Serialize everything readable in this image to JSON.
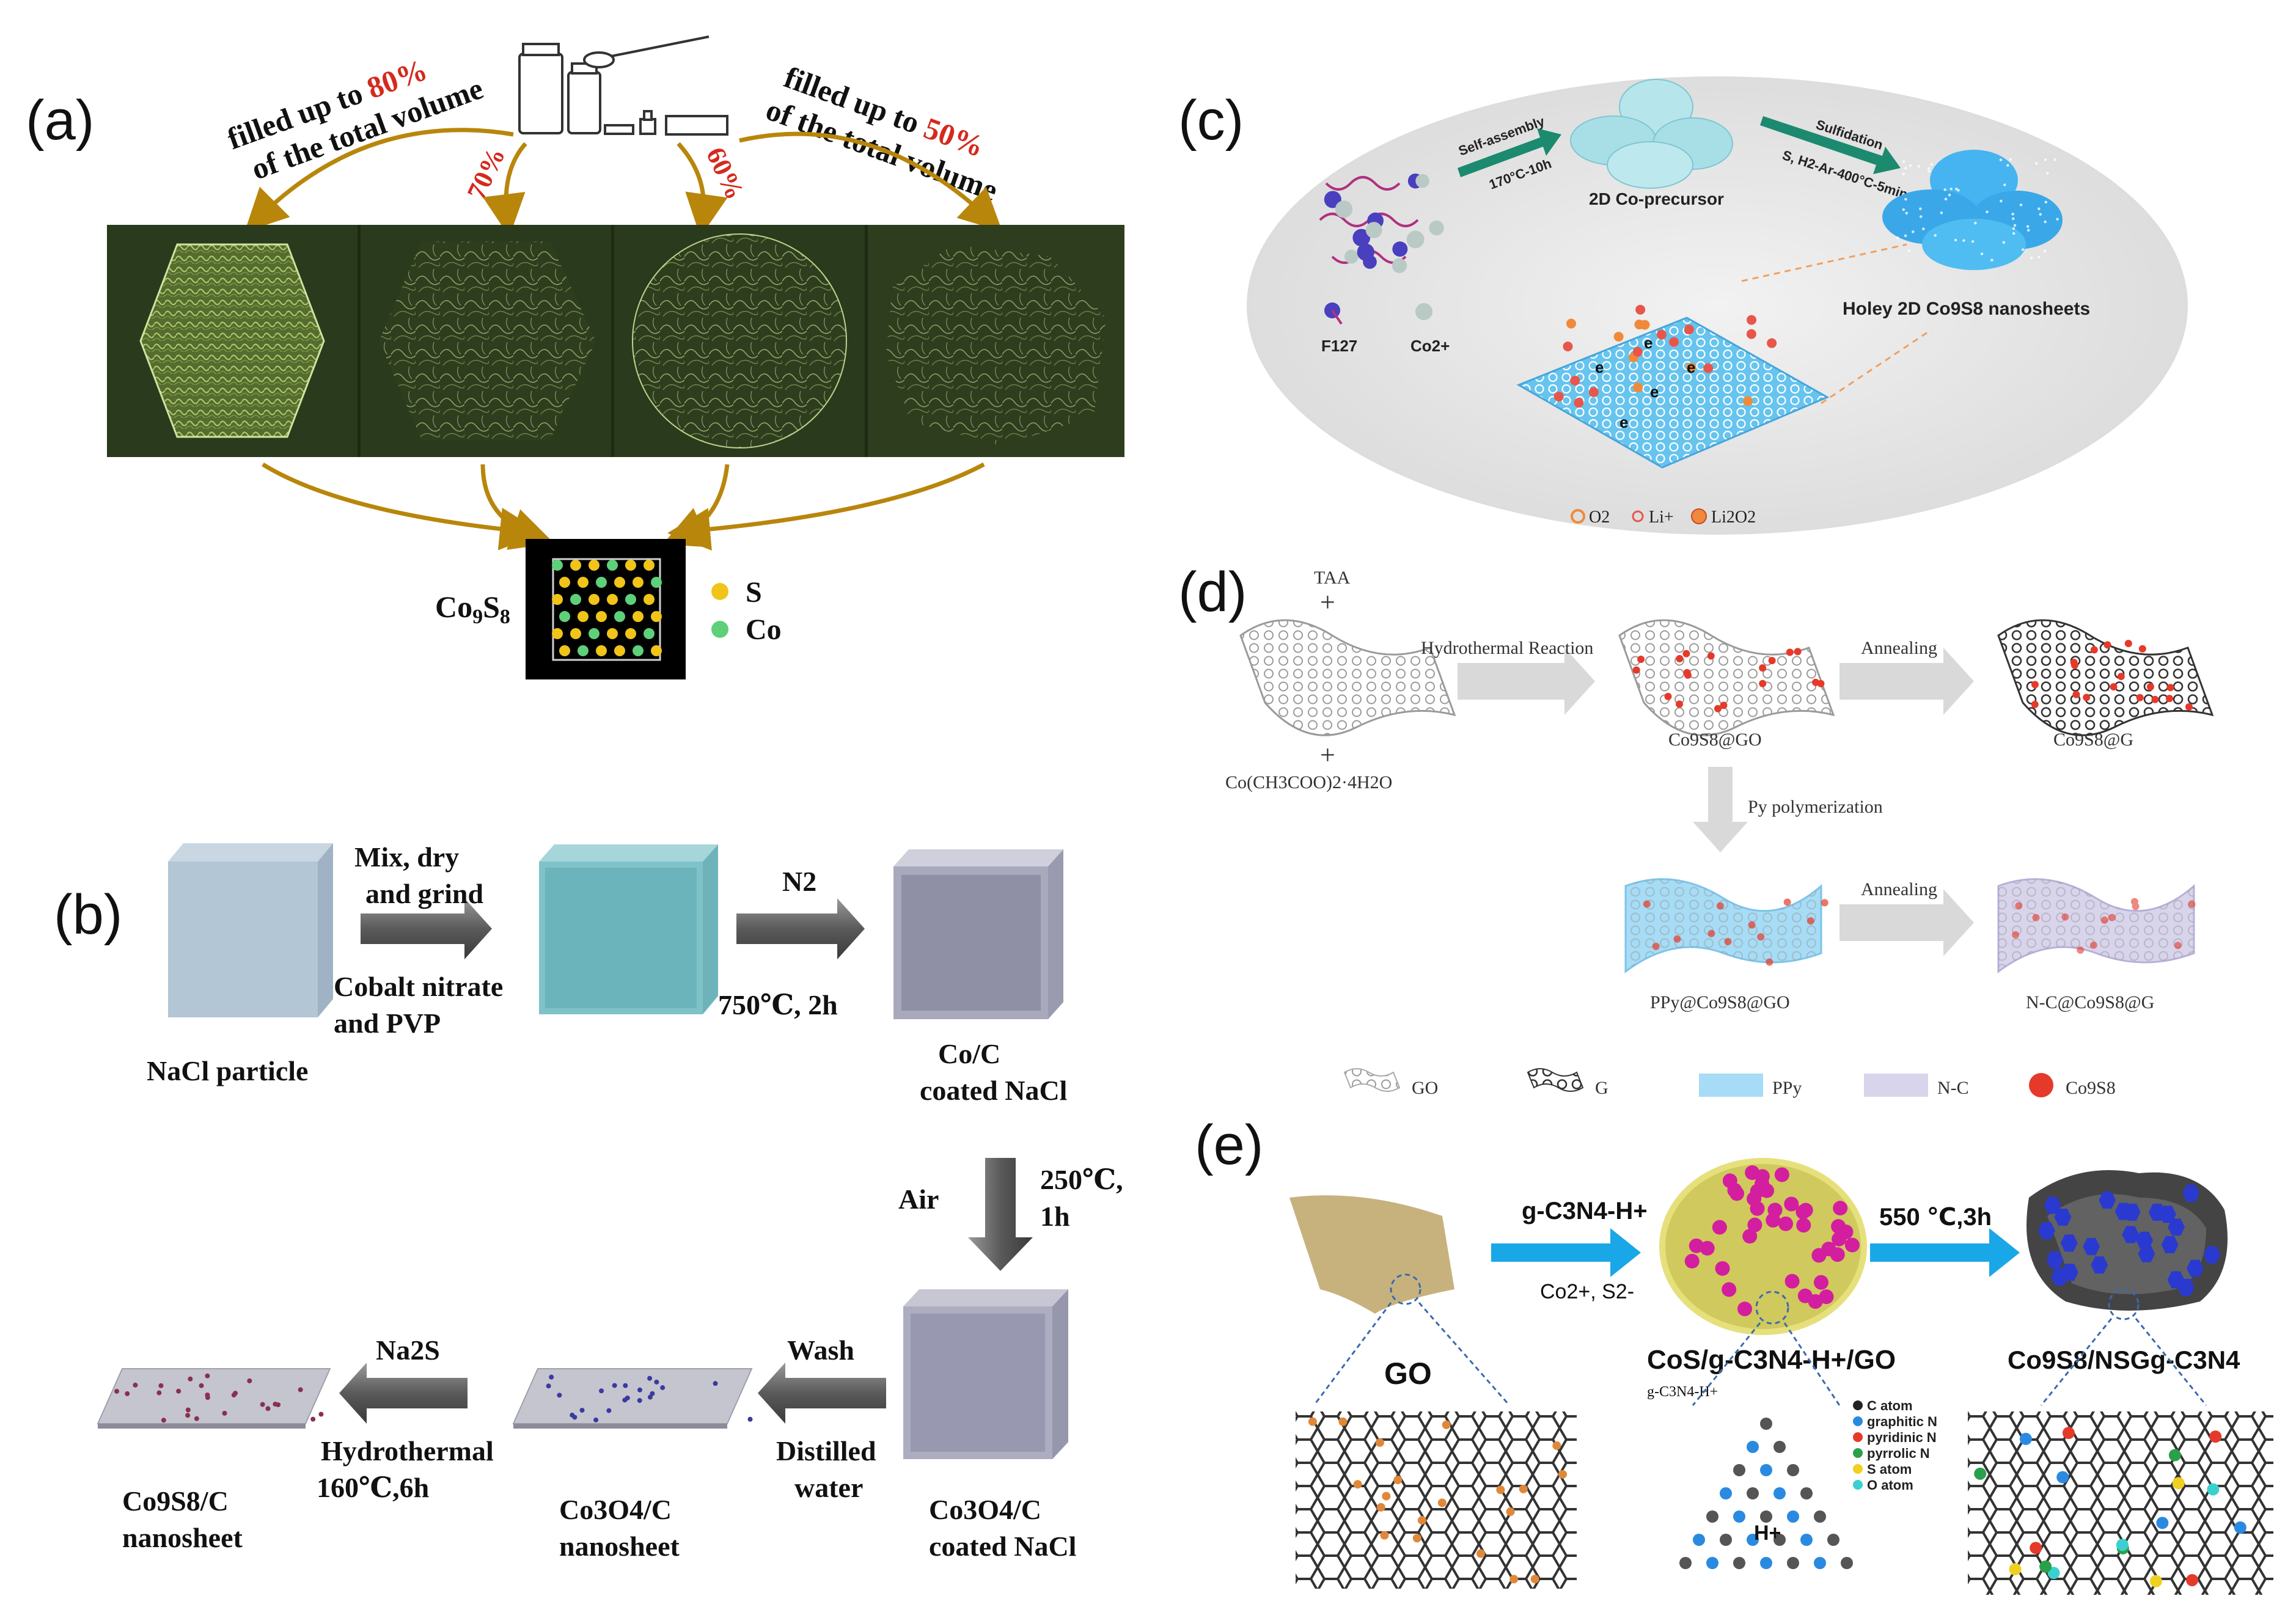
{
  "colors": {
    "accent_red": "#d42a1e",
    "arrow_brown": "#b8860b",
    "tem_bg": "#2a3a1c",
    "sheet_blue": "#55b6e8",
    "ppy_blue": "#a6dcf6",
    "nc_lavender": "#d8d4ec",
    "co9s8_red": "#e53a2a",
    "ge_arrow": "#1aa7e8",
    "go_tan": "#c7b27e"
  },
  "panel_a": {
    "label": "(a)",
    "left_note_line1": "filled up to ",
    "left_note_pct": "80%",
    "left_note_line2": "of the total volume",
    "right_note_line1": "filled up to ",
    "right_note_pct": "50%",
    "right_note_line2": "of the total volume",
    "pct_70": "70%",
    "pct_60": "60%",
    "compound": "Co",
    "compound_sub1": "9",
    "compound_mid": "S",
    "compound_sub2": "8",
    "legend_s": "S",
    "legend_co": "Co"
  },
  "panel_b": {
    "label": "(b)",
    "step1_top": "Mix, dry",
    "step1_top2": "and grind",
    "step1_bottom": "Cobalt nitrate",
    "step1_bottom2": "and PVP",
    "nacl": "NaCl particle",
    "step2_top": "N2",
    "step2_bottom": "750℃, 2h",
    "coc_1": "Co/C",
    "coc_2": "coated NaCl",
    "step3_left": "Air",
    "step3_right1": "250℃,",
    "step3_right2": "1h",
    "step4_top": "Wash",
    "step4_bottom1": "Distilled",
    "step4_bottom2": "water",
    "co3o4_coated1": "Co3O4/C",
    "co3o4_coated2": "coated NaCl",
    "step5_top": "Na2S",
    "step5_bottom1": "Hydrothermal",
    "step5_bottom2": "160℃,6h",
    "co3o4_sheet1": "Co3O4/C",
    "co3o4_sheet2": "nanosheet",
    "co9s8_sheet1": "Co9S8/C",
    "co9s8_sheet2": "nanosheet"
  },
  "panel_c": {
    "label": "(c)",
    "self_assembly": "Self-assembly",
    "temp1": "170°C-10h",
    "precursor": "2D Co-precursor",
    "sulfidation": "Sulfidation",
    "sulf_cond": "S, H2-Ar-400°C-5min",
    "holey": "Holey 2D Co9S8 nanosheets",
    "f127": "F127",
    "co2": "Co2+",
    "legend_o2": "O2",
    "legend_li": "Li+",
    "legend_li2o2": "Li2O2",
    "electron": "e"
  },
  "panel_d": {
    "label": "(d)",
    "taa": "TAA",
    "plus": "+",
    "coac": "Co(CH3COO)2·4H2O",
    "hydrothermal": "Hydrothermal Reaction",
    "co9s8_go": "Co9S8@GO",
    "annealing1": "Annealing",
    "co9s8_g": "Co9S8@G",
    "py": "Py polymerization",
    "annealing2": "Annealing",
    "ppy_co9s8_go": "PPy@Co9S8@GO",
    "nc_co9s8_g": "N-C@Co9S8@G",
    "legend": [
      "GO",
      "G",
      "PPy",
      "N-C",
      "Co9S8"
    ]
  },
  "panel_e": {
    "label": "(e)",
    "go_label": "GO",
    "arrow1_top": "g-C3N4-H+",
    "arrow1_bottom": "Co2+, S2-",
    "mid_label": "CoS/g-C3N4-H+/GO",
    "gcn_small": "g-C3N4-H+",
    "h_plus": "H+",
    "arrow2_top": "550 ℃,3h",
    "right_label": "Co9S8/NSGg-C3N4",
    "atom_legend": [
      "C atom",
      "graphitic N",
      "pyridinic N",
      "pyrrolic N",
      "S atom",
      "O atom"
    ]
  }
}
